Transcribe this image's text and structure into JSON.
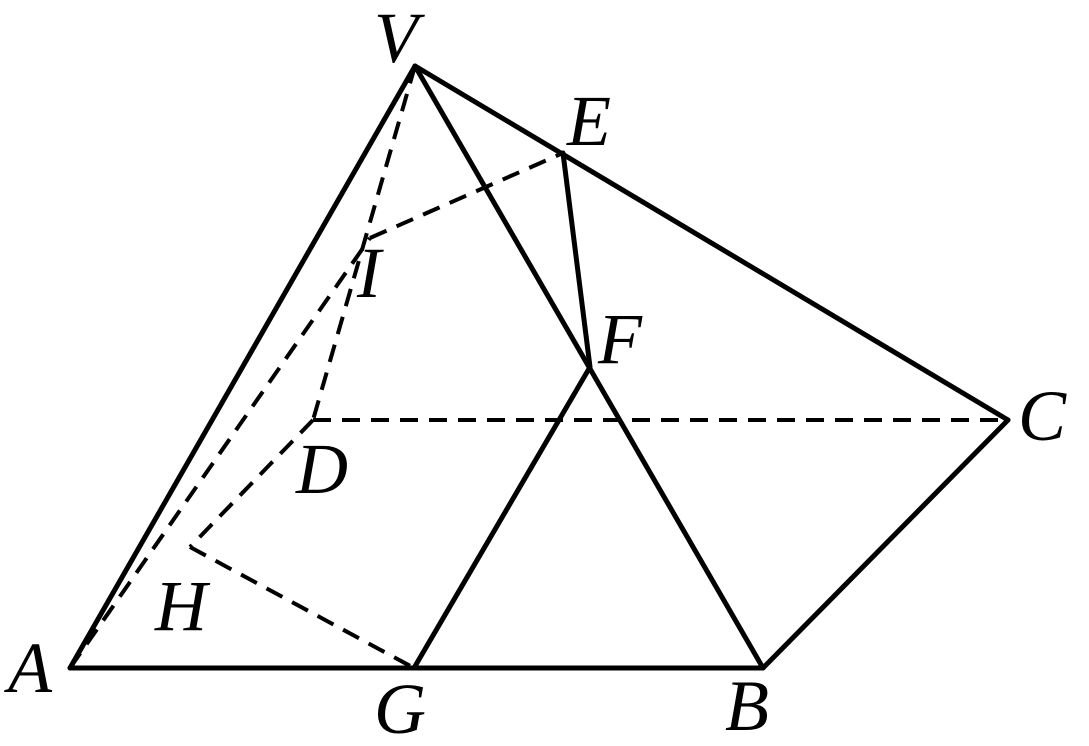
{
  "figure": {
    "labels": {
      "V": "V",
      "E": "E",
      "I": "I",
      "F": "F",
      "C": "C",
      "D": "D",
      "H": "H",
      "A": "A",
      "G": "G",
      "B": "B"
    },
    "solid_edges": [
      "AV",
      "VC",
      "VB",
      "AB",
      "BC",
      "EF",
      "FG"
    ],
    "dashed_edges": [
      "AI",
      "VD",
      "DH",
      "IE",
      "HG",
      "DC"
    ],
    "colors": {
      "line": "#000000",
      "background": "#ffffff"
    }
  }
}
